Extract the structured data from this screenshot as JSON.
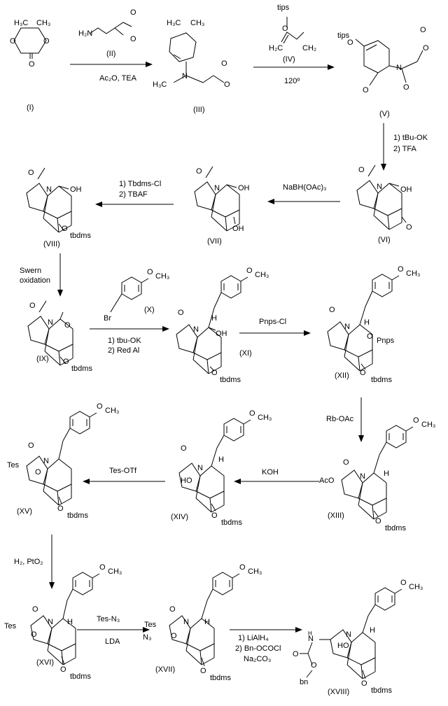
{
  "compounds": {
    "I": "(I)",
    "II": "(II)",
    "III": "(III)",
    "IV": "(IV)",
    "V": "(V)",
    "VI": "(VI)",
    "VII": "(VII)",
    "VIII": "(VIII)",
    "IX": "(IX)",
    "X": "(X)",
    "XI": "(XI)",
    "XII": "(XII)",
    "XIII": "(XIII)",
    "XIV": "(XIV)",
    "XV": "(XV)",
    "XVI": "(XVI)",
    "XVII": "(XVII)",
    "XVIII": "(XVIII)"
  },
  "reagents": {
    "step1": "Ac₂O, TEA",
    "step2": "120º",
    "step3_1": "1)  tBu-OK",
    "step3_2": "2)  TFA",
    "step4": "NaBH(OAc)₃",
    "step5_1": "1) Tbdms-Cl",
    "step5_2": "2) TBAF",
    "step6_1": "Swern",
    "step6_2": "oxidation",
    "step7_1": "1) tbu-OK",
    "step7_2": "2) Red Al",
    "step8": "Pnps-Cl",
    "step9": "Rb-OAc",
    "step10": "KOH",
    "step11": "Tes-OTf",
    "step12": "H₂, PtO₂",
    "step13_1": "Tes-N₃",
    "step13_2": "LDA",
    "step14_1": "1) LiAlH₄",
    "step14_2": "2) Bn-OCOCl",
    "step14_3": "Na₂CO₃"
  },
  "atom_labels": {
    "h3c_a": "H₃C",
    "ch3_a": "CH₃",
    "o": "O",
    "h2n": "H₂N",
    "ome": "O",
    "ch3": "CH₃",
    "n": "N",
    "h3c": "H₃C",
    "tips": "tips",
    "h2c": "H₂C",
    "ch2": "CH₂",
    "oh": "OH",
    "ho": "HO",
    "h": "H",
    "br": "Br",
    "tbdms": "tbdms",
    "pnps": "Pnps",
    "aco": "AcO",
    "tes": "Tes",
    "n3": "N₃",
    "bn": "bn",
    "nh": "N",
    "h_small": "H"
  }
}
